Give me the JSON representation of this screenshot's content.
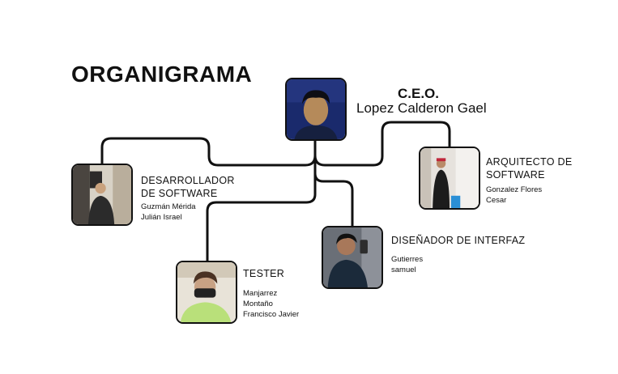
{
  "title": "ORGANIGRAMA",
  "ceo": {
    "role": "C.E.O.",
    "name": "Lopez Calderon Gael",
    "photo_icon": "ceo-portrait"
  },
  "members": {
    "desarrollador": {
      "role": "DESARROLLADOR\nDE SOFTWARE",
      "name": "Guzmán Mérida\nJulián Israel",
      "photo_icon": "developer-portrait"
    },
    "arquitecto": {
      "role": "ARQUITECTO DE\nSOFTWARE",
      "name": "Gonzalez Flores\nCesar",
      "photo_icon": "architect-portrait"
    },
    "disenador": {
      "role": "DISEÑADOR DE INTERFAZ",
      "name": "Gutierres\nsamuel",
      "photo_icon": "designer-portrait"
    },
    "tester": {
      "role": "TESTER",
      "name": "Manjarrez\nMontaño\nFrancisco Javier",
      "photo_icon": "tester-portrait"
    }
  },
  "colors": {
    "line": "#111111",
    "background": "#ffffff"
  }
}
